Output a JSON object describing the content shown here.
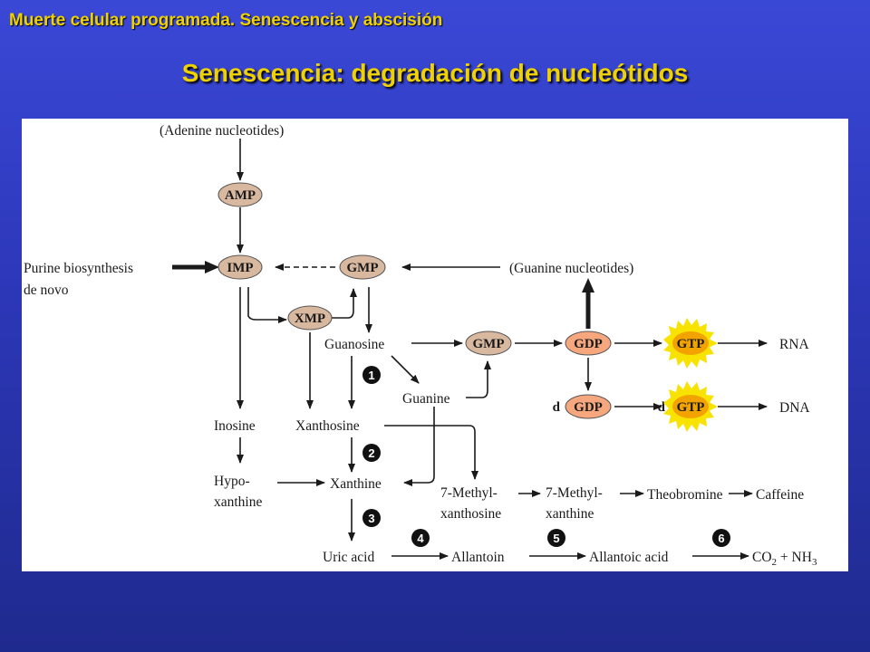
{
  "header": {
    "text": "Muerte celular programada. Senescencia y abscisión"
  },
  "title": {
    "text": "Senescencia: degradación de nucleótidos"
  },
  "diagram": {
    "adenine_nucleotides": "(Adenine nucleotides)",
    "amp": "AMP",
    "imp": "IMP",
    "gmp_top": "GMP",
    "guanine_nucleotides": "(Guanine nucleotides)",
    "purine_line1": "Purine biosynthesis",
    "purine_line2": "de novo",
    "xmp": "XMP",
    "guanosine": "Guanosine",
    "gmp_mid": "GMP",
    "gdp": "GDP",
    "gtp": "GTP",
    "rna": "RNA",
    "guanine": "Guanine",
    "d_prefix_gdp": "d",
    "dgdp": "GDP",
    "d_prefix_gtp": "d",
    "dgtp": "GTP",
    "dna": "DNA",
    "inosine": "Inosine",
    "xanthosine": "Xanthosine",
    "hypo_line1": "Hypo-",
    "hypo_line2": "xanthine",
    "xanthine": "Xanthine",
    "methylxanthosine_line1": "7-Methyl-",
    "methylxanthosine_line2": "xanthosine",
    "methylxanthine_line1": "7-Methyl-",
    "methylxanthine_line2": "xanthine",
    "theobromine": "Theobromine",
    "caffeine": "Caffeine",
    "uric_acid": "Uric acid",
    "allantoin": "Allantoin",
    "allantoic_acid": "Allantoic acid",
    "co2": "CO",
    "co2_sub": "2",
    "plus_nh3": " + NH",
    "nh3_sub": "3",
    "step1": "1",
    "step2": "2",
    "step3": "3",
    "step4": "4",
    "step5": "5",
    "step6": "6",
    "colors": {
      "node_fill": "#d9b8a0",
      "gdp_fill": "#f6a77e",
      "gtp_fill": "#f2a300",
      "gtp_outer": "#f7e200",
      "step_fill": "#111111"
    }
  }
}
